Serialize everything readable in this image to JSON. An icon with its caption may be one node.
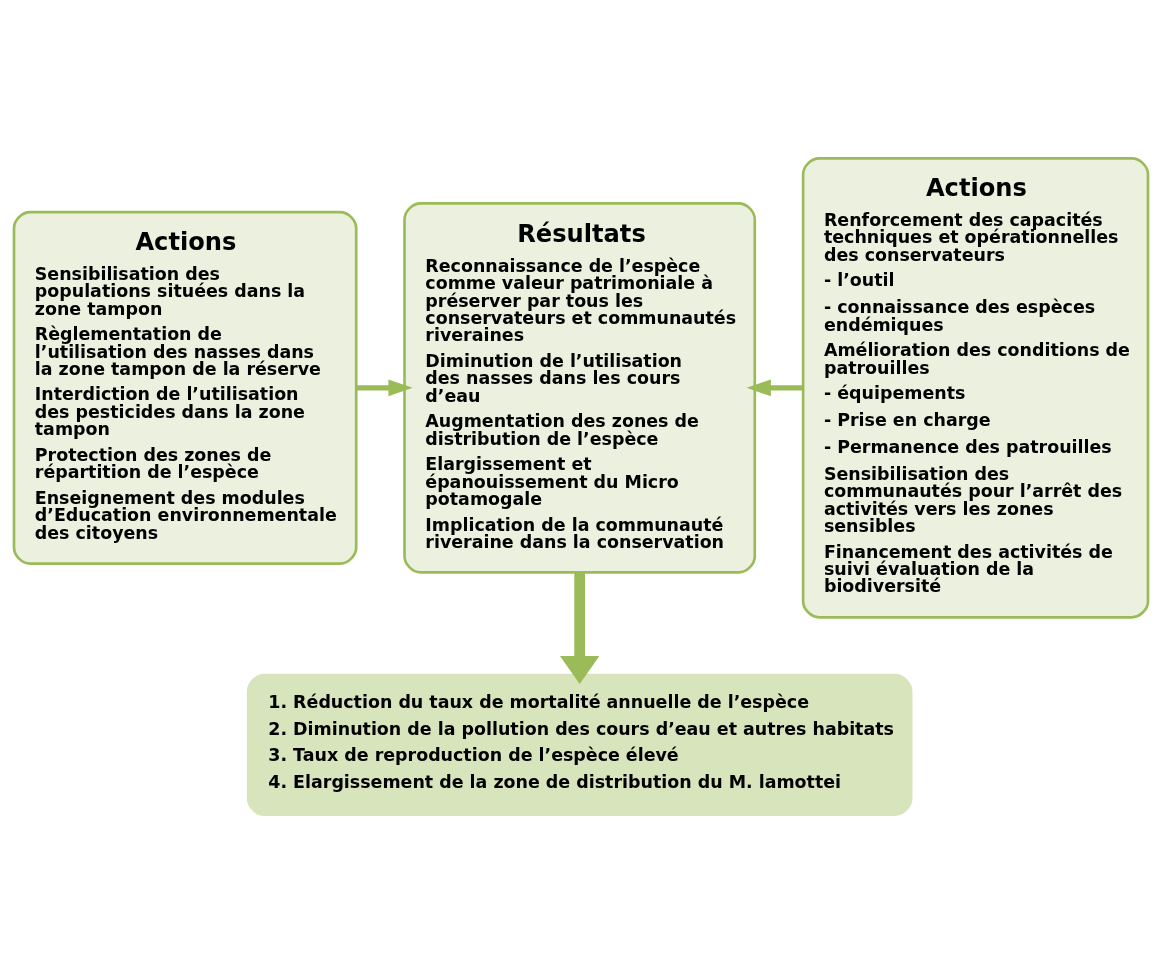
{
  "diagram": {
    "nodes": [
      {
        "text": [
          "Actions",
          "Sensibilisation des populations situées dans la zone tampon",
          "Règlementation de l’utilisation des nasses dans la zone tampon de la réserve",
          "Interdiction de l’utilisation des pesticides dans la zone tampon",
          "Protection des zones de répartition de l’espèce",
          "Enseignement des modules d’Education environnementale des citoyens"
        ]
      },
      {
        "text": [
          "Résultats",
          "Reconnaissance de l’espèce comme valeur patrimoniale à préserver par tous les conservateurs et communautés riveraines",
          "Diminution de l’utilisation des nasses dans les cours d’eau",
          "Augmentation des zones de distribution de l’espèce",
          "Elargissement et épanouissement du Micro potamogale",
          "Implication de la communauté riveraine dans la conservation"
        ]
      },
      {
        "text": [
          "Actions",
          "Renforcement des capacités techniques et opérationnelles des conservateurs",
          "- l’outil",
          "- connaissance des espèces endémiques",
          "Amélioration des conditions de patrouilles",
          "- équipements",
          "- Prise en charge",
          "- Permanence des patrouilles",
          "Sensibilisation des communautés pour l’arrêt des activités vers les zones sensibles",
          "Financement des activités de suivi évaluation de la biodiversité"
        ]
      },
      {
        "text": [
          "1. Réduction du taux de mortalité annuelle de l’espèce",
          "2. Diminution de la pollution des cours d’eau et autres habitats",
          "3. Taux de reproduction de l’espèce élevé",
          "4. Elargissement de la zone de distribution du M. lamottei"
        ]
      }
    ],
    "edges": [
      {
        "from": 0,
        "to": 1,
        "arrow": "to"
      },
      {
        "from": 2,
        "to": 1,
        "arrow": "to"
      },
      {
        "from": 1,
        "to": 3,
        "arrow": "to",
        "style": "thick"
      }
    ]
  }
}
